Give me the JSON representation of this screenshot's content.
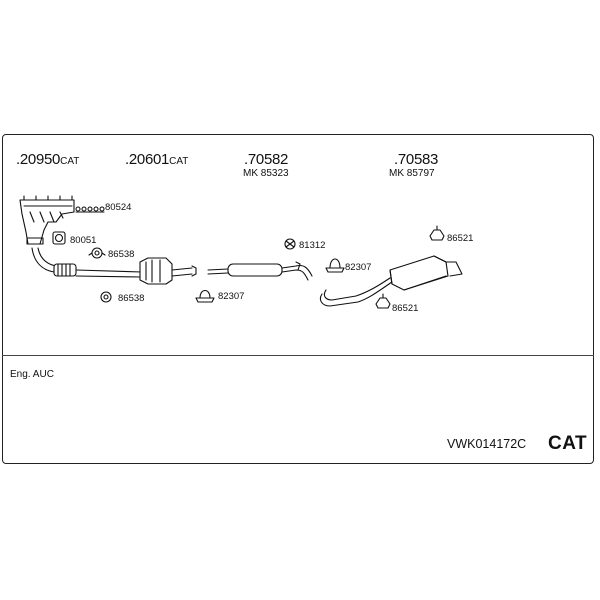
{
  "parts": [
    {
      "number": ".20950",
      "suffix": "CAT"
    },
    {
      "number": ".20601",
      "suffix": "CAT"
    },
    {
      "number": ".70582",
      "mk": "MK 85323"
    },
    {
      "number": ".70583",
      "mk": "MK 85797"
    }
  ],
  "callouts": [
    "80524",
    "80051",
    "86538",
    "86538",
    "82307",
    "81312",
    "82307",
    "86521",
    "86521"
  ],
  "engine_label": "Eng. AUC",
  "kit_code": "VWK014172C",
  "badge": "CAT"
}
